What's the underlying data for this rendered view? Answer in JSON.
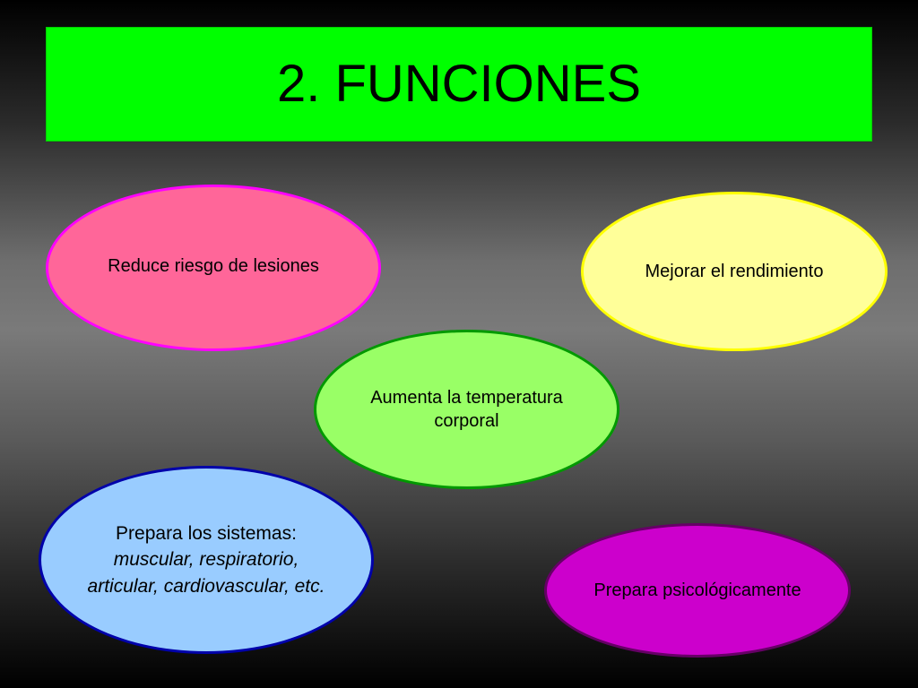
{
  "slide": {
    "title": "2. FUNCIONES",
    "bubbles": [
      {
        "id": "lesiones",
        "text": "Reduce riesgo de lesiones",
        "fill": "#ff6699",
        "border": "#ff00ff"
      },
      {
        "id": "rendimiento",
        "text": "Mejorar el rendimiento",
        "fill": "#ffff99",
        "border": "#ffff00"
      },
      {
        "id": "temperatura",
        "line1": "Aumenta la temperatura",
        "line2": "corporal",
        "fill": "#99ff66",
        "border": "#009900"
      },
      {
        "id": "sistemas",
        "line1": "Prepara los sistemas:",
        "line2": "muscular, respiratorio,",
        "line3": "articular, cardiovascular, etc.",
        "fill": "#99ccff",
        "border": "#0000aa"
      },
      {
        "id": "psico",
        "text": "Prepara psicológicamente",
        "fill": "#cc00cc",
        "border": "#660066"
      }
    ]
  },
  "colors": {
    "title_fill": "#00ff00",
    "background_dark": "#000000",
    "background_mid": "#7a7a7a"
  }
}
